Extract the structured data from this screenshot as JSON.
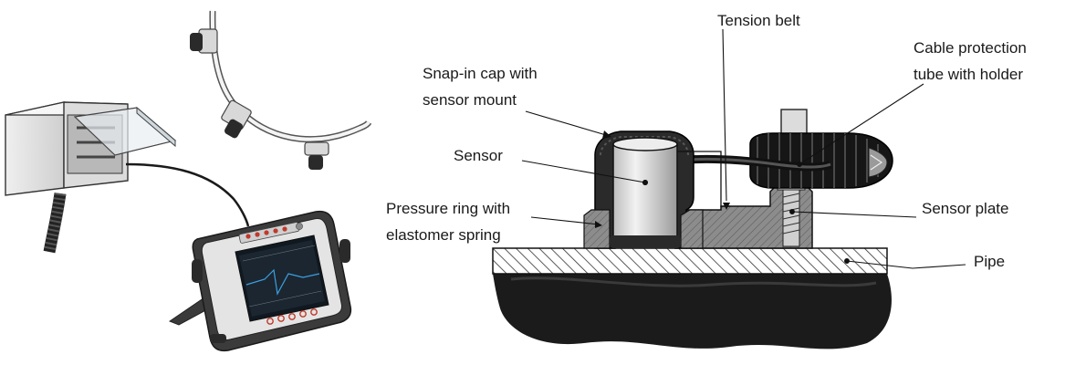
{
  "labels": {
    "tension_belt": "Tension belt",
    "cable_line1": "Cable protection",
    "cable_line2": "tube with holder",
    "snap_line1": "Snap-in cap with",
    "snap_line2": "sensor mount",
    "sensor": "Sensor",
    "pressure_line1": "Pressure ring with",
    "pressure_line2": "elastomer spring",
    "sensor_plate": "Sensor plate",
    "pipe": "Pipe"
  },
  "colors": {
    "line": "#1a1a1a",
    "device_body": "#e6e6e6",
    "device_red": "#c0392b",
    "screen_bg": "#101820",
    "hatch_gray": "#888888",
    "pipe_dark": "#1b1b1b"
  },
  "icons": [
    "junction-box",
    "clamp-ring",
    "handheld-flowmeter",
    "cable"
  ]
}
